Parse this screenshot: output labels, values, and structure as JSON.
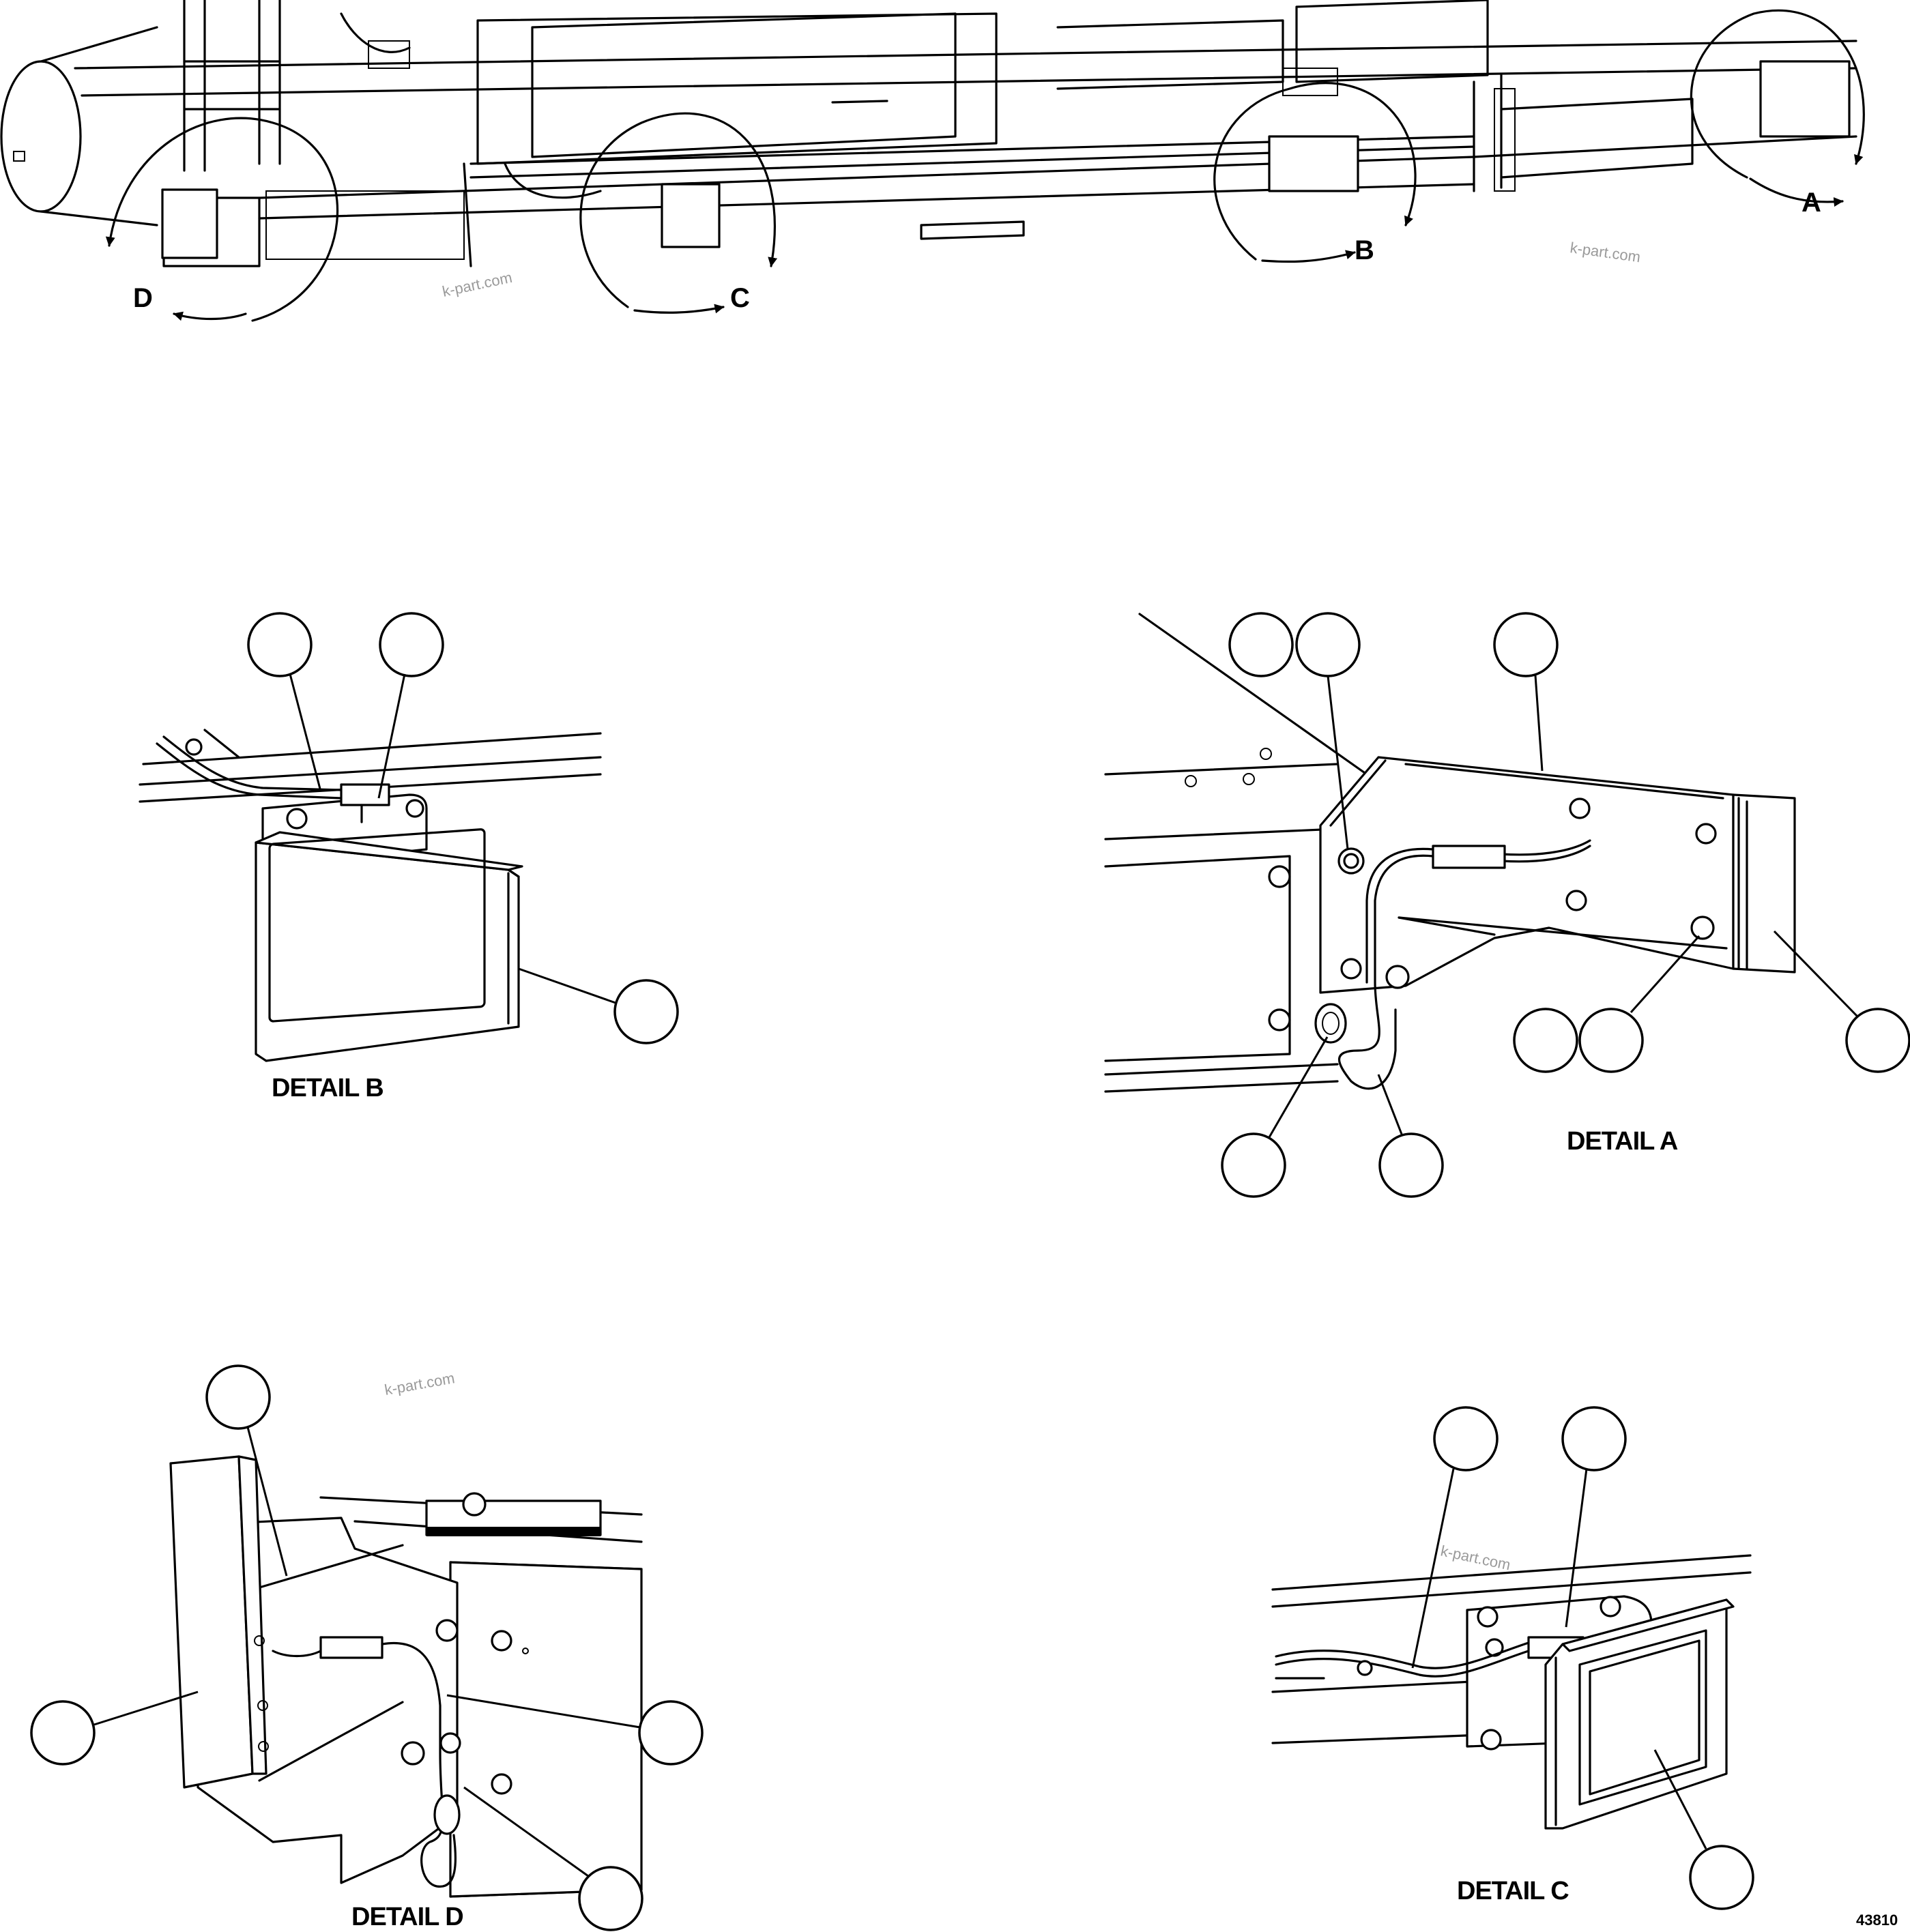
{
  "details": [
    {
      "id": "A",
      "caption": "DETAIL A"
    },
    {
      "id": "B",
      "caption": "DETAIL B"
    },
    {
      "id": "C",
      "caption": "DETAIL C"
    },
    {
      "id": "D",
      "caption": "DETAIL D"
    }
  ],
  "view_letters": [
    "A",
    "B",
    "C",
    "D"
  ],
  "watermarks": [
    "k-part.com",
    "k-part.com",
    "k-part.com",
    "k-part.com"
  ],
  "figure_number": "43810"
}
